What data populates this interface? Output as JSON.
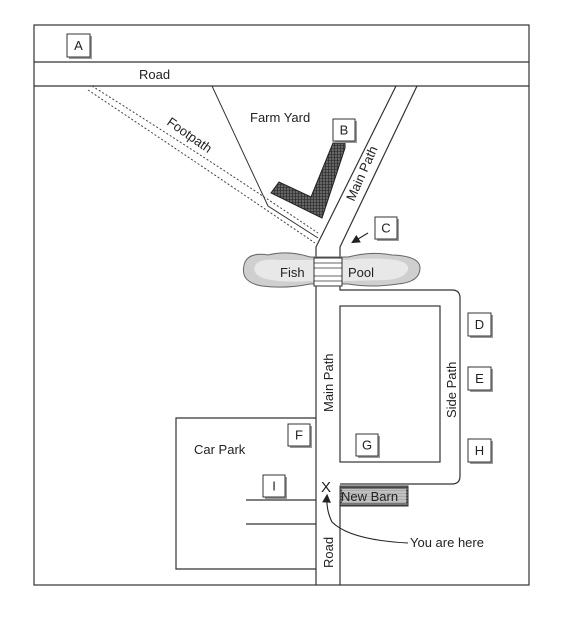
{
  "labels": {
    "road_top": "Road",
    "farm_yard": "Farm Yard",
    "footpath": "Footpath",
    "main_path_upper": "Main Path",
    "fish": "Fish",
    "pool": "Pool",
    "main_path_lower": "Main Path",
    "side_path": "Side Path",
    "car_park": "Car Park",
    "new_barn": "New Barn",
    "you_are_here": "You are here",
    "road_bottom": "Road",
    "x_marker": "X"
  },
  "boxes": {
    "A": "A",
    "B": "B",
    "C": "C",
    "D": "D",
    "E": "E",
    "F": "F",
    "G": "G",
    "H": "H",
    "I": "I"
  }
}
